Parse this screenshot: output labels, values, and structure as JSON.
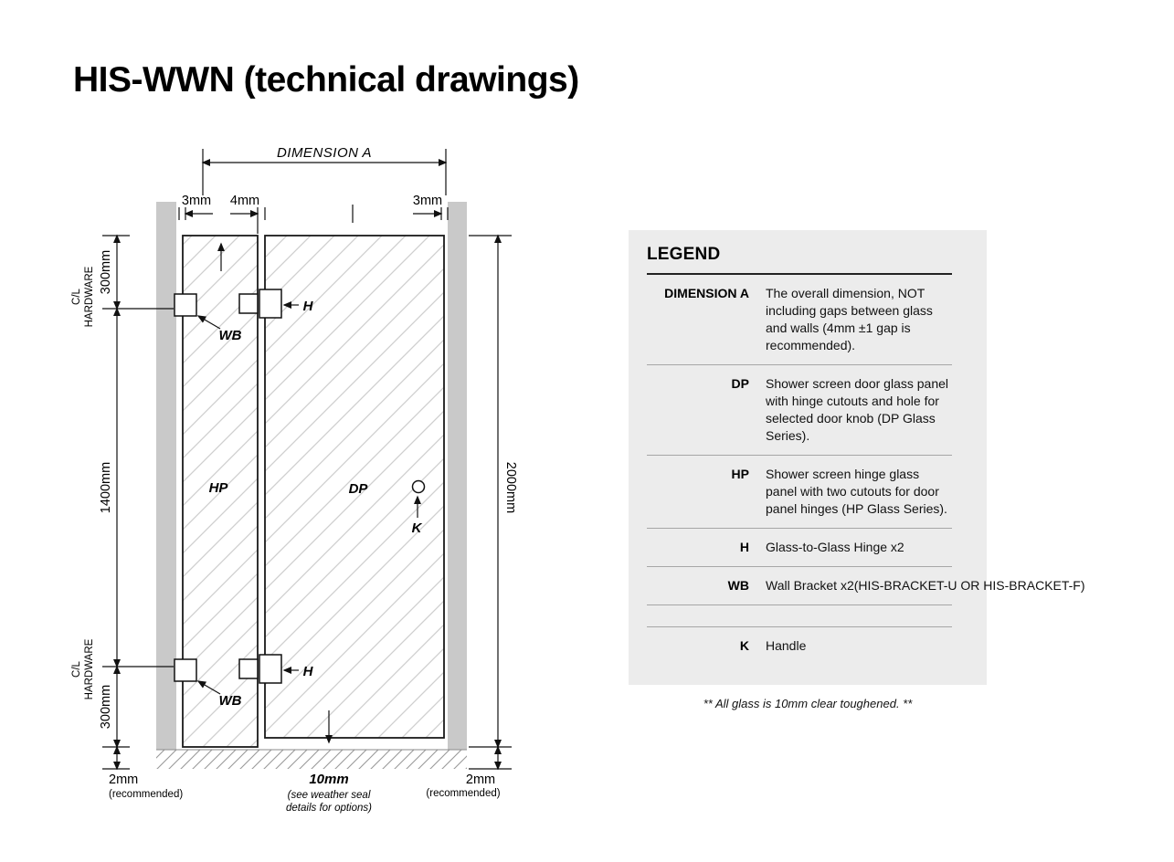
{
  "page": {
    "title": "HIS-WWN (technical drawings)"
  },
  "drawing": {
    "dimension_a": "DIMENSION A",
    "gaps": {
      "left": "3mm",
      "middle": "4mm",
      "right": "3mm"
    },
    "left_dims": {
      "cl": "C/L",
      "hardware": "HARDWARE",
      "top_300": "300mm",
      "mid_1400": "1400mm",
      "bottom_300": "300mm"
    },
    "right_dims": {
      "height": "2000mm"
    },
    "bottom": {
      "left_gap": "2mm",
      "left_note": "(recommended)",
      "center_gap": "10mm",
      "center_note_line1": "(see weather seal",
      "center_note_line2": "details for options)",
      "right_gap": "2mm",
      "right_note": "(recommended)"
    },
    "labels": {
      "hp": "HP",
      "dp": "DP",
      "hinge": "H",
      "bracket": "WB",
      "handle": "K"
    }
  },
  "legend": {
    "title": "LEGEND",
    "rows": [
      {
        "term": "DIMENSION A",
        "desc": "The overall dimension, NOT including gaps between glass and walls (4mm ±1 gap is recommended)."
      },
      {
        "term": "DP",
        "desc": "Shower screen door glass panel with hinge cutouts and hole for selected door knob (DP Glass Series)."
      },
      {
        "term": "HP",
        "desc": "Shower screen hinge glass panel with two cutouts for door panel hinges (HP Glass Series)."
      },
      {
        "term": "H",
        "desc": "Glass-to-Glass Hinge x2"
      },
      {
        "term": "WB",
        "desc": "Wall Bracket x2(HIS-BRACKET-U OR HIS-BRACKET-F)"
      },
      {
        "term": "",
        "desc": ""
      },
      {
        "term": "K",
        "desc": "Handle"
      }
    ],
    "footnote": "** All glass is 10mm clear toughened. **"
  }
}
